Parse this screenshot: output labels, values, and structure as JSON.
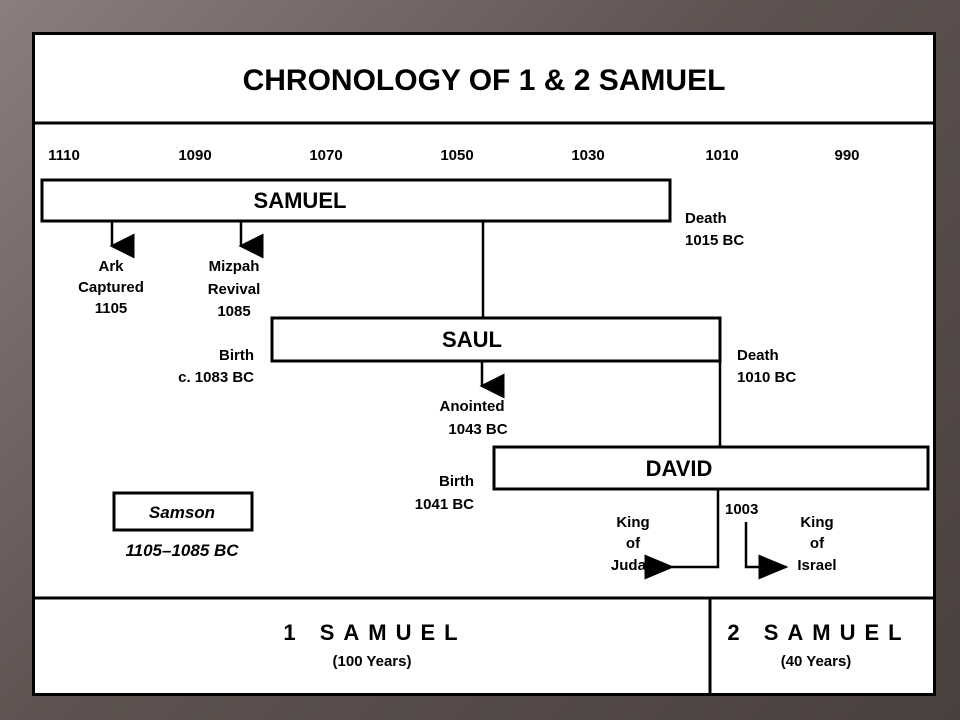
{
  "title": "CHRONOLOGY OF 1 & 2 SAMUEL",
  "timeline_years": [
    "1110",
    "1090",
    "1070",
    "1050",
    "1030",
    "1010",
    "990"
  ],
  "bars": {
    "samuel": "SAMUEL",
    "saul": "SAUL",
    "david": "DAVID",
    "samson": "Samson"
  },
  "events": {
    "ark": [
      "Ark",
      "Captured",
      "1105"
    ],
    "mizpah": [
      "Mizpah",
      "Revival",
      "1085"
    ],
    "samuel_death": [
      "Death",
      "1015 BC"
    ],
    "saul_birth": [
      "Birth",
      "c. 1083 BC"
    ],
    "saul_death": [
      "Death",
      "1010 BC"
    ],
    "saul_anointed": [
      "Anointed",
      "1043 BC"
    ],
    "david_birth": [
      "Birth",
      "1041 BC"
    ],
    "year_1003": "1003",
    "king_judah": [
      "King",
      "of",
      "Judah"
    ],
    "king_israel": [
      "King",
      "of",
      "Israel"
    ],
    "samson_years": "1105–1085 BC"
  },
  "books": {
    "first": "1 SAMUEL",
    "first_years": "(100 Years)",
    "second": "2 SAMUEL",
    "second_years": "(40 Years)"
  }
}
